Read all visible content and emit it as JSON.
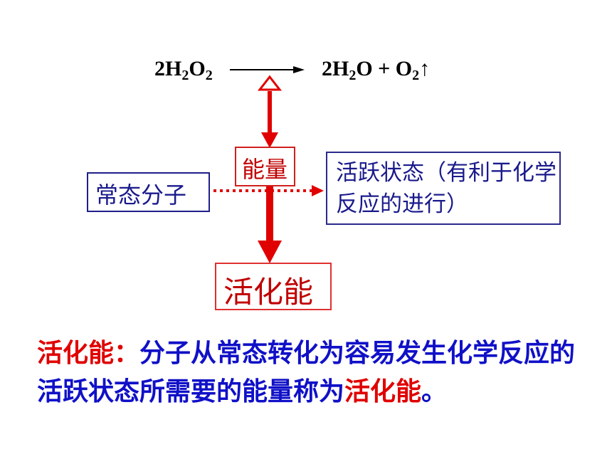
{
  "equation": {
    "reactant_coef": "2H",
    "reactant_sub1": "2",
    "reactant_o": "O",
    "reactant_sub2": "2",
    "product_part1": "2H",
    "product_sub1": "2",
    "product_part2": "O + O",
    "product_sub2": "2",
    "gas_arrow": "↑"
  },
  "boxes": {
    "normal_molecule": "常态分子",
    "energy": "能量",
    "active_state": "活跃状态（有利于化学反应的进行）",
    "activation_energy": "活化能"
  },
  "definition": {
    "term": "活化能：",
    "body": "分子从常态转化为容易发生化学反应的活跃状态所需要的能量称为",
    "term_end": "活化能",
    "end_punct": "。"
  },
  "colors": {
    "red": "#e00000",
    "blue": "#1010c8",
    "navy": "#1a1a8c"
  }
}
